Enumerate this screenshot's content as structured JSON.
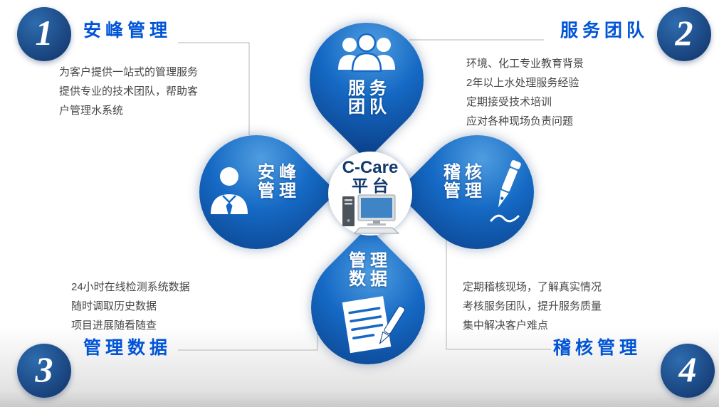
{
  "center": {
    "title": "C-Care",
    "subtitle": "平台"
  },
  "petals": {
    "top": {
      "line1": "服务",
      "line2": "团队"
    },
    "left": {
      "line1": "安峰",
      "line2": "管理"
    },
    "right": {
      "line1": "稽核",
      "line2": "管理"
    },
    "bottom": {
      "line1": "管理",
      "line2": "数据"
    }
  },
  "sections": {
    "top_left": {
      "number": "1",
      "title": "安峰管理",
      "lines": [
        "为客户提供一站式的管理服务",
        "提供专业的技术团队，帮助客",
        "户管理水系统"
      ]
    },
    "top_right": {
      "number": "2",
      "title": "服务团队",
      "lines": [
        "环境、化工专业教育背景",
        "2年以上水处理服务经验",
        "定期接受技术培训",
        "应对各种现场负责问题"
      ]
    },
    "bottom_left": {
      "number": "3",
      "title": "管理数据",
      "lines": [
        "24小时在线检测系统数据",
        "随时调取历史数据",
        "项目进展随看随查"
      ]
    },
    "bottom_right": {
      "number": "4",
      "title": "稽核管理",
      "lines": [
        "定期稽核现场，了解真实情况",
        "考核服务团队，提升服务质量",
        "集中解决客户难点"
      ]
    }
  },
  "icons": {
    "top": "team-people-icon",
    "left": "manager-person-icon",
    "right": "fountain-pen-icon",
    "bottom": "document-pen-icon",
    "center": "desktop-computer-icon"
  },
  "colors": {
    "petal_highlight": "#4f9de0",
    "petal_blue": "#1569c4",
    "petal_dark": "#0a3d85",
    "badge_light": "#2e6cae",
    "badge_dark": "#163e77",
    "heading_blue": "#0054d6",
    "body_text": "#474747",
    "connector_gray": "#b5b5b5",
    "center_text": "#123a6e"
  }
}
